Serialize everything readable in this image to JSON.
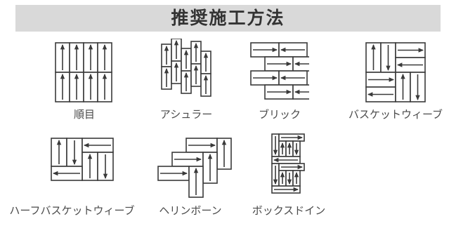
{
  "title": "推奨施工方法",
  "patterns": [
    {
      "id": "junme",
      "label": "順目"
    },
    {
      "id": "ashlar",
      "label": "アシュラー"
    },
    {
      "id": "brick",
      "label": "ブリック"
    },
    {
      "id": "basket",
      "label": "バスケットウィーブ"
    },
    {
      "id": "half-basket",
      "label": "ハーフバスケットウィーブ"
    },
    {
      "id": "herringbone",
      "label": "ヘリンボーン"
    },
    {
      "id": "box-dine",
      "label": "ボックスドイン"
    }
  ]
}
